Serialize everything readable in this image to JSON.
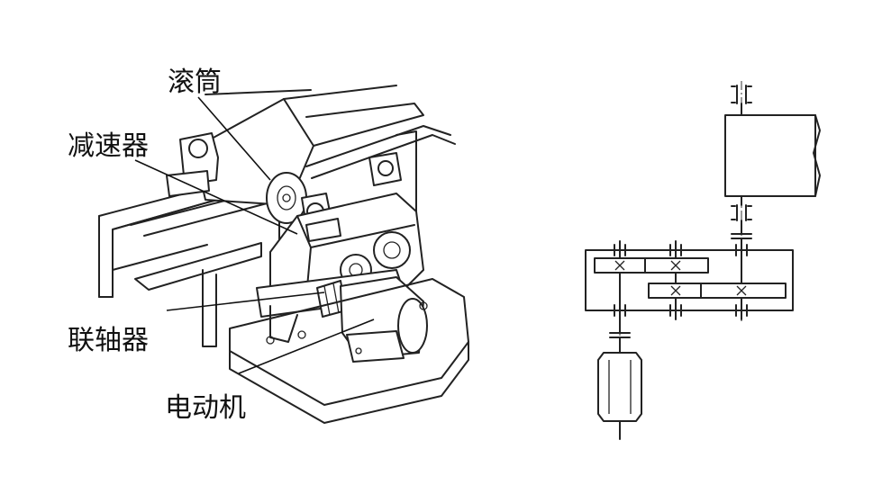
{
  "labels": {
    "drum": "滚筒",
    "reducer": "减速器",
    "coupling": "联轴器",
    "motor": "电动机"
  },
  "icons": {
    "left": "belt-conveyor-drive-illustration",
    "right": "gear-transmission-schematic"
  }
}
